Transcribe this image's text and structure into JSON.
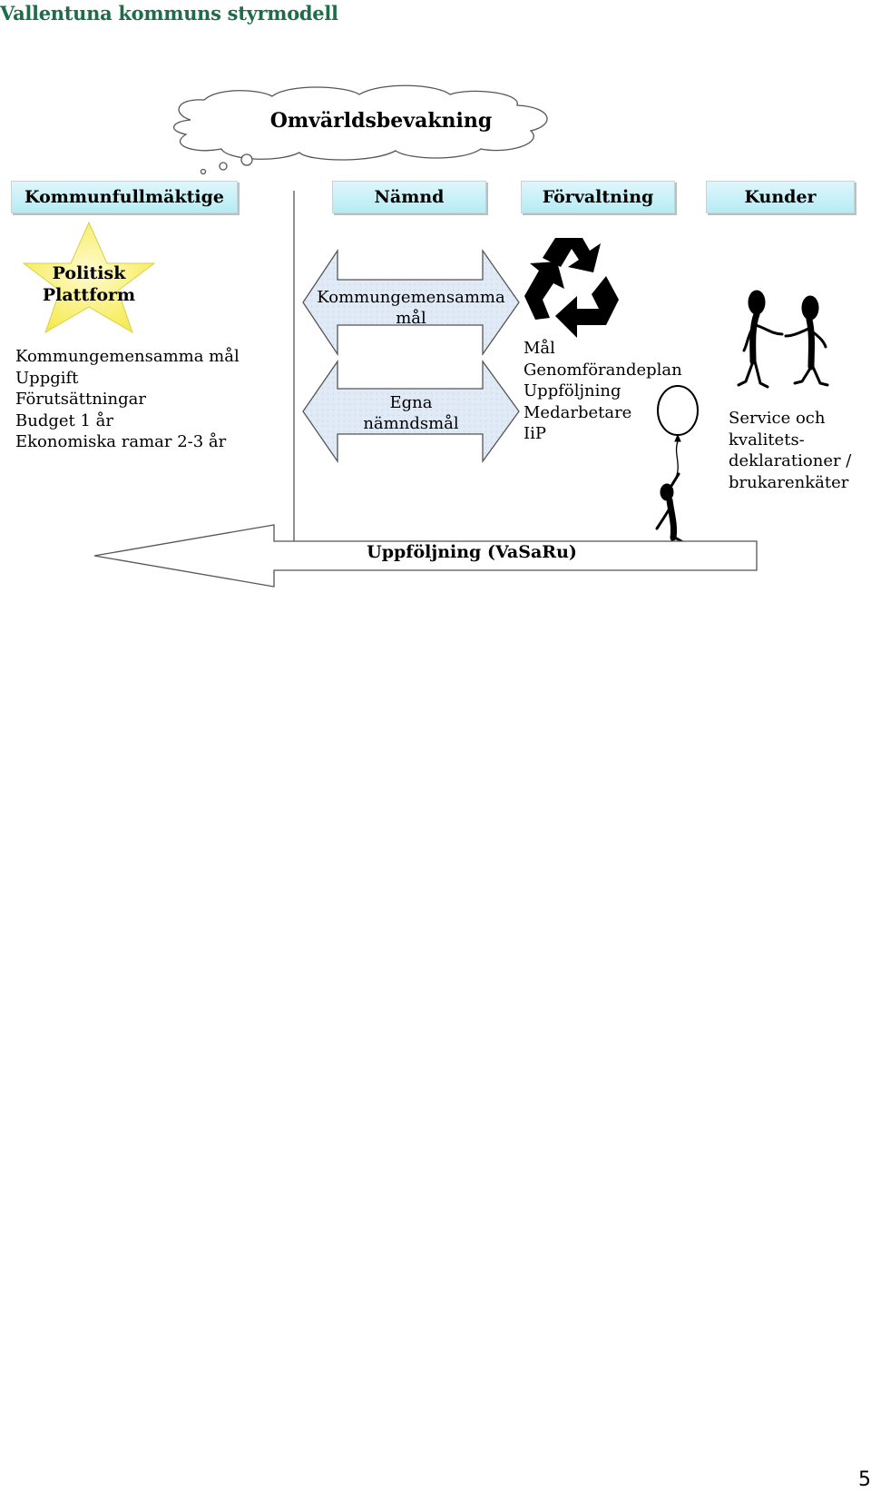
{
  "page": {
    "title": "Vallentuna kommuns styrmodell",
    "page_number": "5"
  },
  "diagram": {
    "cloud": {
      "label": "Omvärldsbevakning"
    },
    "columns": [
      "Kommunfullmäktige",
      "Nämnd",
      "Förvaltning",
      "Kunder"
    ],
    "star": {
      "line1": "Politisk",
      "line2": "Plattform"
    },
    "kf_list": [
      "Kommungemensamma mål",
      "Uppgift",
      "Förutsättningar",
      "Budget 1 år",
      "Ekonomiska ramar 2-3 år"
    ],
    "arrow1": {
      "line1": "Kommungemensamma",
      "line2": "mål"
    },
    "arrow2": {
      "line1": "Egna",
      "line2": "nämndsmål"
    },
    "forvaltning_list": [
      "Mål",
      "Genomförandeplan",
      "Uppföljning",
      "Medarbetare",
      "IiP"
    ],
    "kunder_text": [
      "Service och",
      "kvalitets-",
      "deklarationer /",
      "brukarenkäter"
    ],
    "followup": {
      "label": "Uppföljning (VaSaRu)"
    },
    "icons": [
      "thought-cloud",
      "star",
      "recycle-icon",
      "handshake-figures",
      "balloon-figure"
    ],
    "colors": {
      "title": "#1f6b4a",
      "header_box": "#b5ecf5",
      "star": "#f7f06a",
      "arrow_fill": "#dde9f5"
    }
  }
}
